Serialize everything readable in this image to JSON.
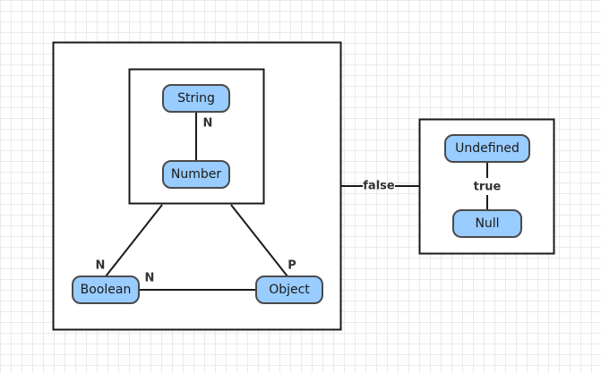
{
  "colors": {
    "node_fill": "#99ccff",
    "node_stroke": "#4a4a4a",
    "line": "#1a1a1a",
    "grid": "#eaeaea"
  },
  "nodes": {
    "string": "String",
    "number": "Number",
    "boolean": "Boolean",
    "object": "Object",
    "undefined": "Undefined",
    "null": "Null"
  },
  "edges": {
    "string_number": "N",
    "inner_boolean": "N",
    "boolean_object": "N",
    "inner_object": "P",
    "left_right": "false",
    "undefined_null": "true"
  }
}
